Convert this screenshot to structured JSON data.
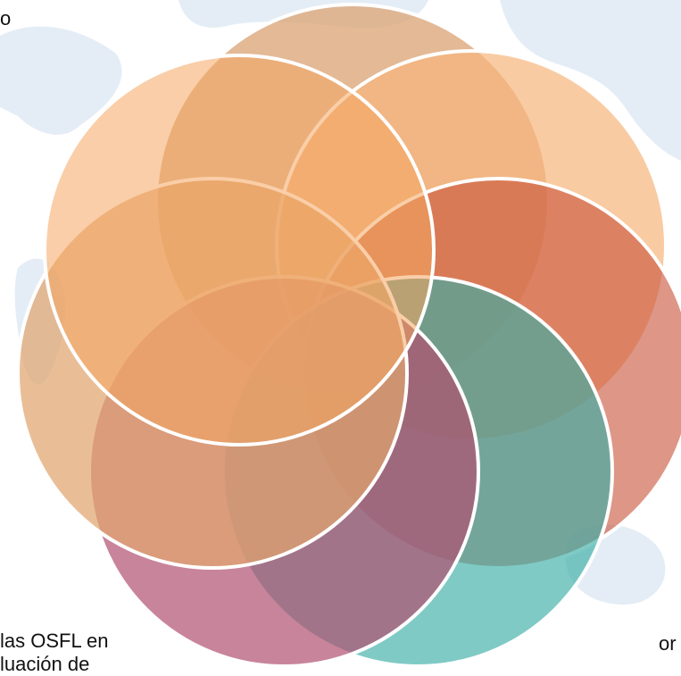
{
  "text_fragments": {
    "top_left": "o",
    "bottom_left_line1": "las OSFL en",
    "bottom_left_line2": "luación de",
    "bottom_right": "or"
  },
  "circles": [
    {
      "id": "circle-tan-top",
      "fill": "#dca77c",
      "opacity": 0.8
    },
    {
      "id": "circle-peach-right",
      "fill": "#f6b57a",
      "opacity": 0.7
    },
    {
      "id": "circle-rust-right",
      "fill": "#c9563b",
      "opacity": 0.62
    },
    {
      "id": "circle-teal-bottom",
      "fill": "#3aada6",
      "opacity": 0.65
    },
    {
      "id": "circle-magenta-bottom",
      "fill": "#b0506f",
      "opacity": 0.7
    },
    {
      "id": "circle-sand-left",
      "fill": "#e0a56f",
      "opacity": 0.72
    },
    {
      "id": "circle-orange-topleft",
      "fill": "#f4a560",
      "opacity": 0.55
    }
  ],
  "colors": {
    "background": "#ffffff",
    "world_map": "#dde9f4",
    "circle_stroke": "#ffffff"
  }
}
